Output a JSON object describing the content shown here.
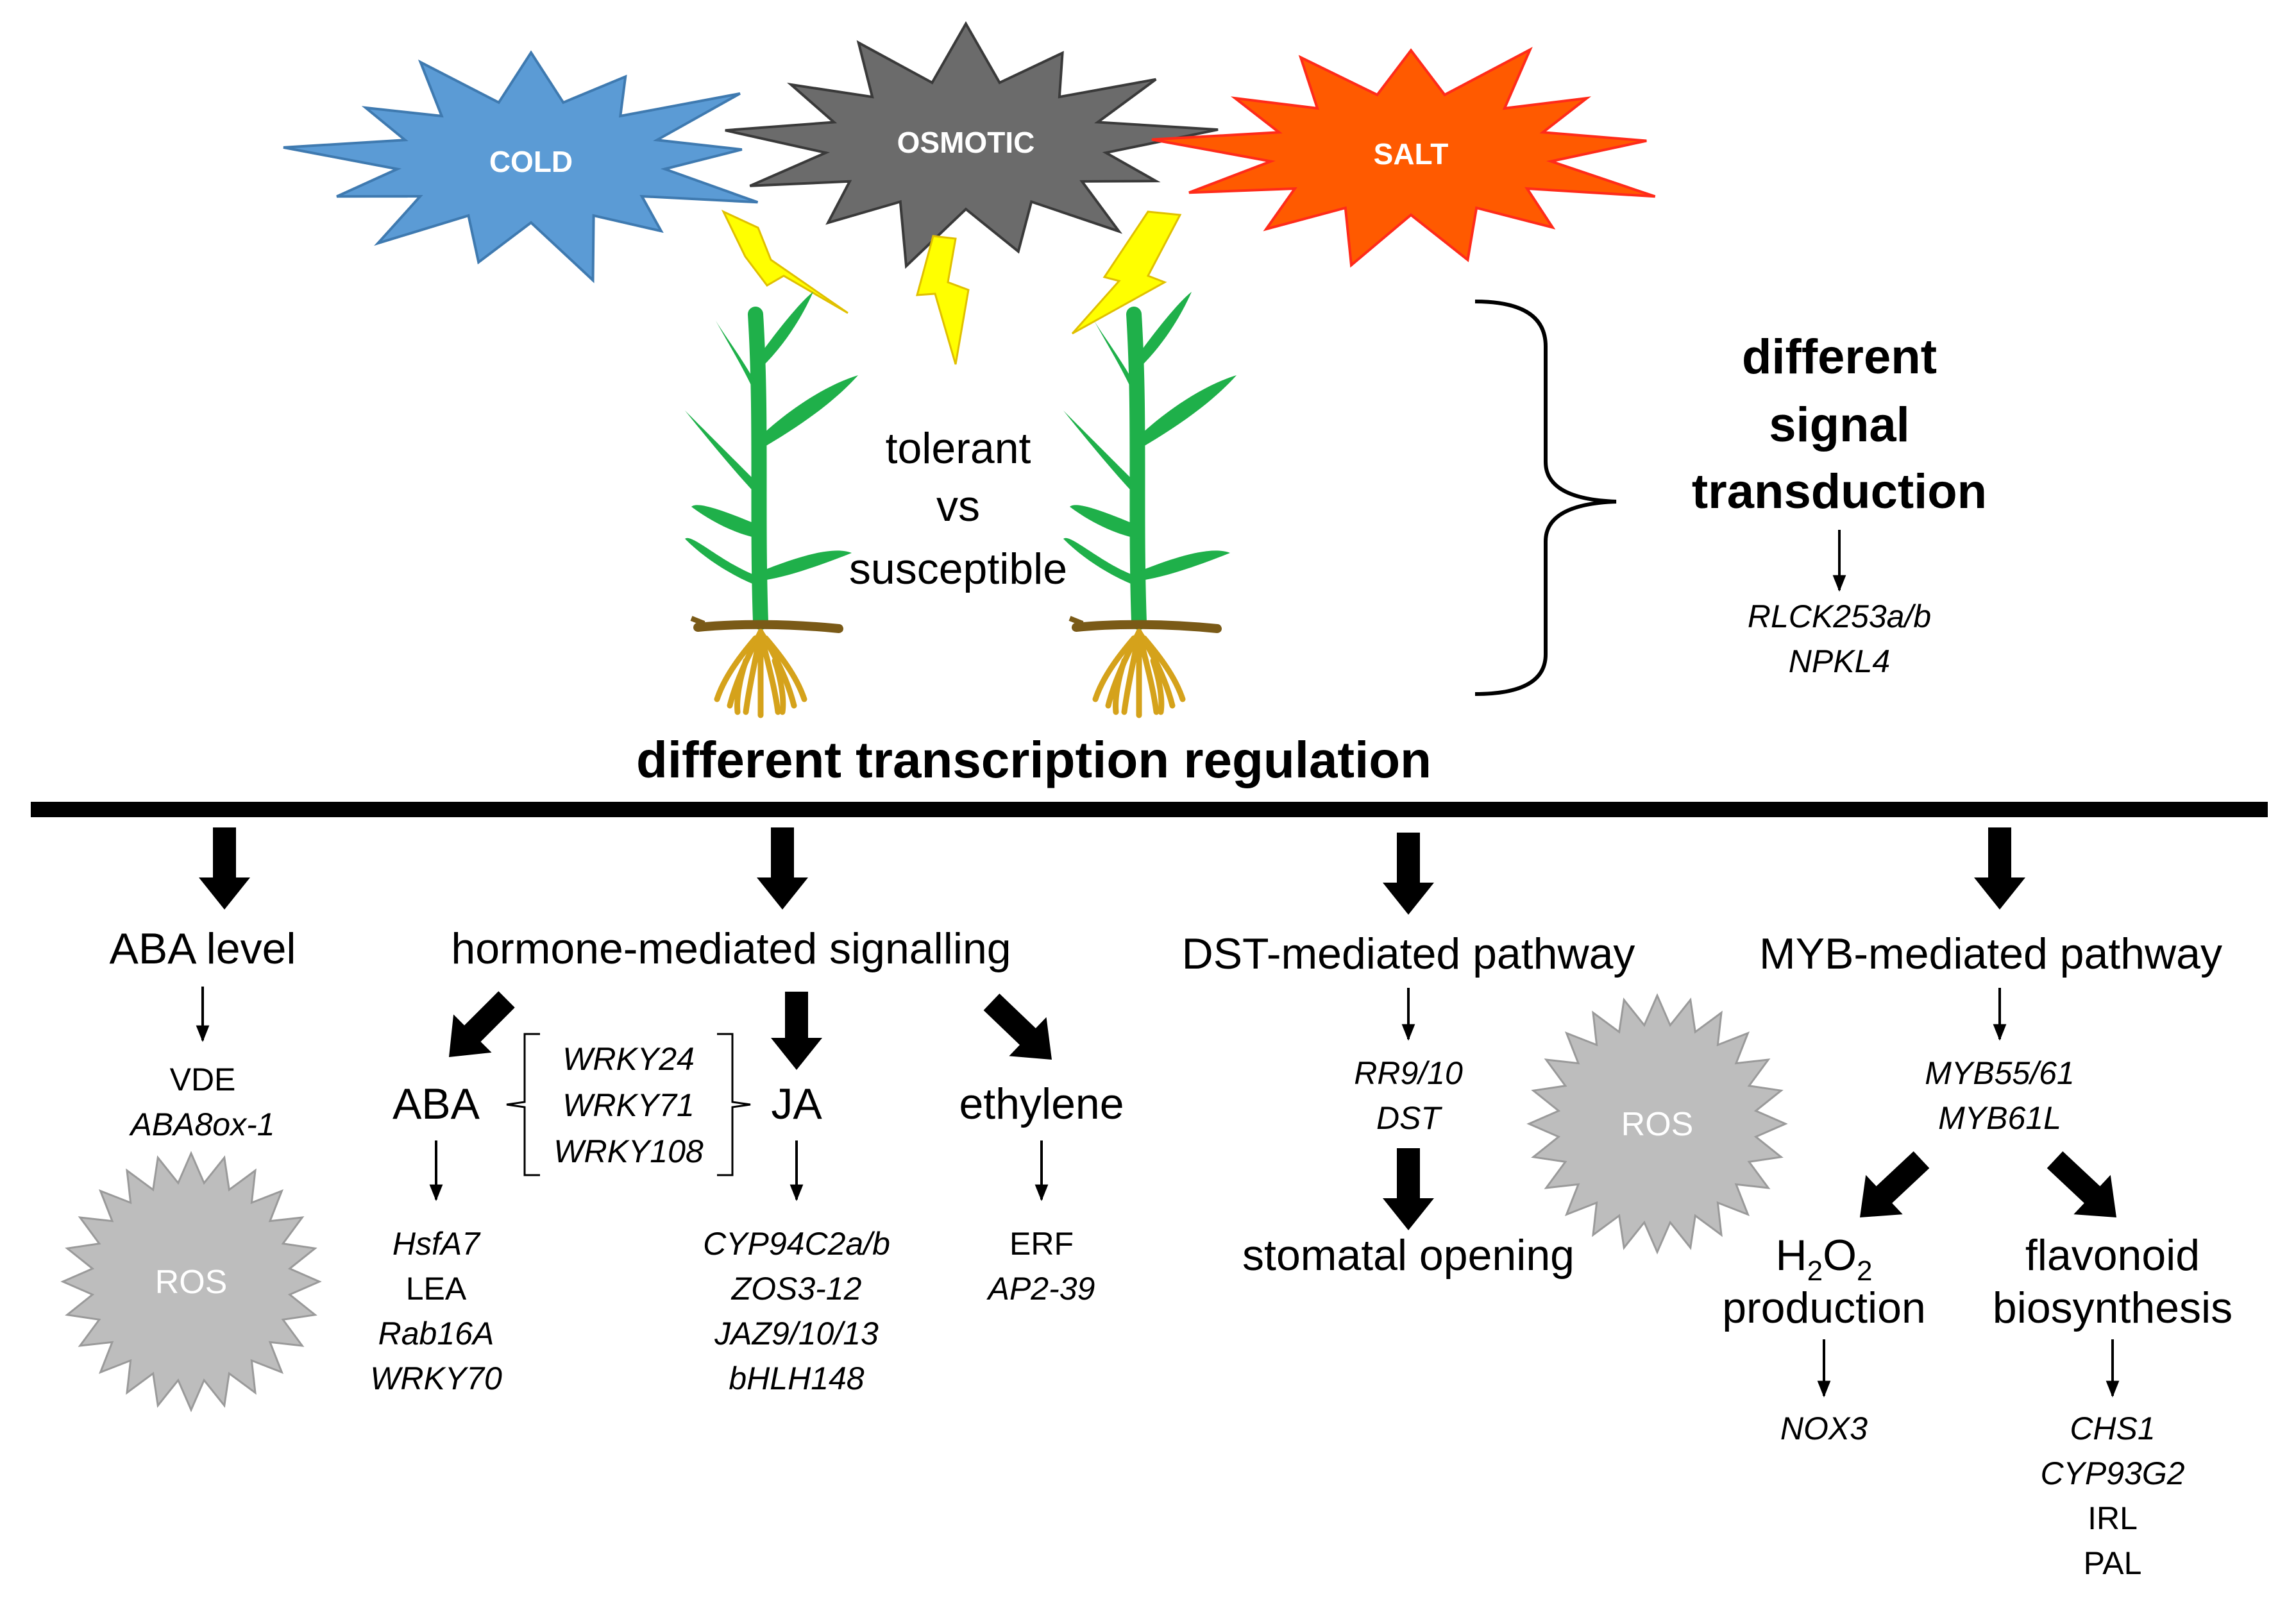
{
  "stresses": {
    "cold": "COLD",
    "osmotic": "OSMOTIC",
    "salt": "SALT"
  },
  "center": {
    "line1": "tolerant",
    "line2": "vs",
    "line3": "susceptible"
  },
  "signal": {
    "title_line1": "different",
    "title_line2": "signal",
    "title_line3": "transduction",
    "genes": [
      "RLCK253a/b",
      "NPKL4"
    ]
  },
  "transcription_title": "different transcription regulation",
  "aba_level": {
    "title": "ABA level",
    "genes": [
      {
        "text": "VDE",
        "italic": false
      },
      {
        "text": "ABA8ox-1",
        "italic": true
      }
    ]
  },
  "ros_label": "ROS",
  "hormone": {
    "title": "hormone-mediated signalling",
    "aba": {
      "label": "ABA",
      "genes": [
        {
          "text": "HsfA7",
          "italic": true
        },
        {
          "text": "LEA",
          "italic": false
        },
        {
          "text": "Rab16A",
          "italic": true
        },
        {
          "text": "WRKY70",
          "italic": true
        }
      ]
    },
    "wrky": [
      "WRKY24",
      "WRKY71",
      "WRKY108"
    ],
    "ja": {
      "label": "JA",
      "genes": [
        {
          "text": "CYP94C2a/b",
          "italic": true
        },
        {
          "text": "ZOS3-12",
          "italic": true
        },
        {
          "text": "JAZ9/10/13",
          "italic": true
        },
        {
          "text": "bHLH148",
          "italic": true
        }
      ]
    },
    "ethylene": {
      "label": "ethylene",
      "genes": [
        {
          "text": "ERF",
          "italic": false
        },
        {
          "text": "AP2-39",
          "italic": true
        }
      ]
    }
  },
  "dst": {
    "title": "DST-mediated pathway",
    "genes": [
      "RR9/10",
      "DST"
    ],
    "outcome": "stomatal opening"
  },
  "myb": {
    "title": "MYB-mediated pathway",
    "genes": [
      "MYB55/61",
      "MYB61L"
    ],
    "h2o2": {
      "line1_main": "H",
      "sub1": "2",
      "mid": "O",
      "sub2": "2",
      "line2": "production",
      "genes": [
        "NOX3"
      ]
    },
    "flavonoid": {
      "line1": "flavonoid",
      "line2": "biosynthesis",
      "genes": [
        {
          "text": "CHS1",
          "italic": true
        },
        {
          "text": "CYP93G2",
          "italic": true
        },
        {
          "text": "IRL",
          "italic": false
        },
        {
          "text": "PAL",
          "italic": false
        }
      ]
    }
  },
  "colors": {
    "cold": "#5b9bd5",
    "cold_stroke": "#3f7ab0",
    "osmotic": "#6b6b6b",
    "osmotic_stroke": "#3a3a3a",
    "salt": "#ff5a00",
    "salt_stroke": "#ff2b1a",
    "bolt": "#ffff00",
    "bolt_stroke": "#e0c000",
    "plant_green": "#1fb04a",
    "soil": "#7a5a17",
    "root": "#d5a21b",
    "ros_fill": "#bdbdbd",
    "ros_stroke": "#9a9a9a"
  }
}
